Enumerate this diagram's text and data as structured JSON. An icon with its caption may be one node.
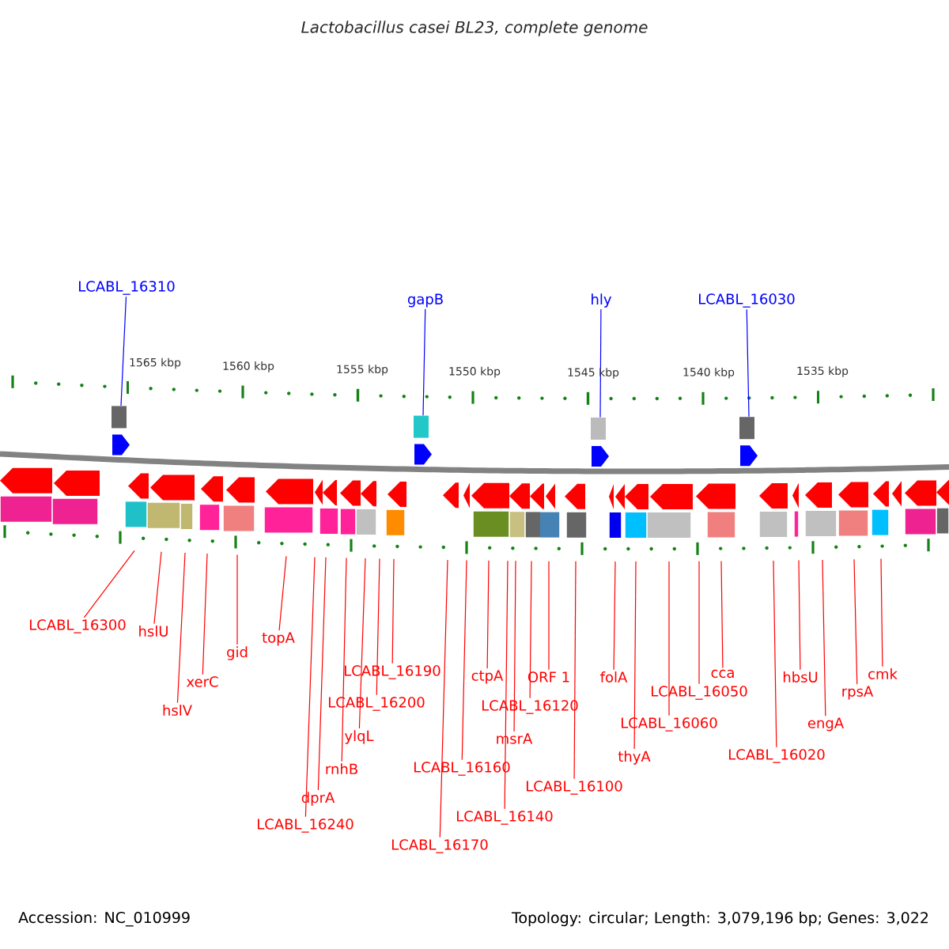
{
  "diagram": {
    "title": "Lactobacillus casei BL23, complete genome",
    "nodes": [
      {
        "text": [
          "LCABL_16310"
        ]
      },
      {
        "text": [
          "gapB"
        ]
      },
      {
        "text": [
          "hly"
        ]
      },
      {
        "text": [
          "LCABL_16030"
        ]
      },
      {
        "text": [
          "LCABL_16300"
        ]
      },
      {
        "text": [
          "hslU"
        ]
      },
      {
        "text": [
          "hslV"
        ]
      },
      {
        "text": [
          "xerC"
        ]
      },
      {
        "text": [
          "gid"
        ]
      },
      {
        "text": [
          "topA"
        ]
      },
      {
        "text": [
          "LCABL_16240"
        ]
      },
      {
        "text": [
          "dprA"
        ]
      },
      {
        "text": [
          "rnhB"
        ]
      },
      {
        "text": [
          "ylqL"
        ]
      },
      {
        "text": [
          "LCABL_16200"
        ]
      },
      {
        "text": [
          "LCABL_16190"
        ]
      },
      {
        "text": [
          "LCABL_16170"
        ]
      },
      {
        "text": [
          "LCABL_16160"
        ]
      },
      {
        "text": [
          "ctpA"
        ]
      },
      {
        "text": [
          "LCABL_16140"
        ]
      },
      {
        "text": [
          "msrA"
        ]
      },
      {
        "text": [
          "LCABL_16120"
        ]
      },
      {
        "text": [
          "ORF 1"
        ]
      },
      {
        "text": [
          "LCABL_16100"
        ]
      },
      {
        "text": [
          "folA"
        ]
      },
      {
        "text": [
          "thyA"
        ]
      },
      {
        "text": [
          "LCABL_16060"
        ]
      },
      {
        "text": [
          "LCABL_16050"
        ]
      },
      {
        "text": [
          "cca"
        ]
      },
      {
        "text": [
          "LCABL_16020"
        ]
      },
      {
        "text": [
          "hbsU"
        ]
      },
      {
        "text": [
          "engA"
        ]
      },
      {
        "text": [
          "rpsA"
        ]
      },
      {
        "text": [
          "cmk"
        ]
      },
      {
        "text": [],
        "shape": "box"
      },
      {
        "text": [],
        "shape": "box"
      },
      {
        "text": [],
        "shape": "box"
      },
      {
        "text": [],
        "shape": "box"
      }
    ],
    "edges": [
      {
        "from": 0,
        "to": 34,
        "arrow": "none",
        "color": "#0000ff"
      },
      {
        "from": 1,
        "to": 35,
        "arrow": "none",
        "color": "#0000ff"
      },
      {
        "from": 2,
        "to": 36,
        "arrow": "none",
        "color": "#0000ff"
      },
      {
        "from": 3,
        "to": 37,
        "arrow": "none",
        "color": "#0000ff"
      },
      {
        "from": 4,
        "to": null,
        "arrow": "none"
      },
      {
        "from": 5,
        "to": null,
        "arrow": "none"
      },
      {
        "from": 6,
        "to": null,
        "arrow": "none"
      },
      {
        "from": 7,
        "to": null,
        "arrow": "none"
      },
      {
        "from": 8,
        "to": null,
        "arrow": "none"
      },
      {
        "from": 9,
        "to": null,
        "arrow": "none"
      },
      {
        "from": 10,
        "to": null,
        "arrow": "none"
      },
      {
        "from": 11,
        "to": null,
        "arrow": "none"
      },
      {
        "from": 12,
        "to": null,
        "arrow": "none"
      },
      {
        "from": 13,
        "to": null,
        "arrow": "none"
      },
      {
        "from": 14,
        "to": null,
        "arrow": "none"
      },
      {
        "from": 15,
        "to": null,
        "arrow": "none"
      },
      {
        "from": 16,
        "to": null,
        "arrow": "none"
      },
      {
        "from": 17,
        "to": null,
        "arrow": "none"
      },
      {
        "from": 18,
        "to": null,
        "arrow": "none"
      },
      {
        "from": 19,
        "to": null,
        "arrow": "none"
      },
      {
        "from": 20,
        "to": null,
        "arrow": "none"
      },
      {
        "from": 21,
        "to": null,
        "arrow": "none"
      },
      {
        "from": 22,
        "to": null,
        "arrow": "none"
      },
      {
        "from": 23,
        "to": null,
        "arrow": "none"
      },
      {
        "from": 24,
        "to": null,
        "arrow": "none"
      },
      {
        "from": 25,
        "to": null,
        "arrow": "none"
      },
      {
        "from": 26,
        "to": null,
        "arrow": "none"
      },
      {
        "from": 27,
        "to": null,
        "arrow": "none"
      },
      {
        "from": 28,
        "to": null,
        "arrow": "none"
      },
      {
        "from": 29,
        "to": null,
        "arrow": "none"
      },
      {
        "from": 30,
        "to": null,
        "arrow": "none"
      },
      {
        "from": 31,
        "to": null,
        "arrow": "none"
      },
      {
        "from": 32,
        "to": null,
        "arrow": "none"
      },
      {
        "from": 33,
        "to": null,
        "arrow": "none"
      }
    ],
    "labels": [
      "1565 kbp",
      "1560 kbp",
      "1555 kbp",
      "1550 kbp",
      "1545 kbp",
      "1540 kbp",
      "1535 kbp",
      "Accession: NC_010999",
      "Topology: circular; Length: 3,079,196 bp; Genes: 3,022"
    ]
  }
}
